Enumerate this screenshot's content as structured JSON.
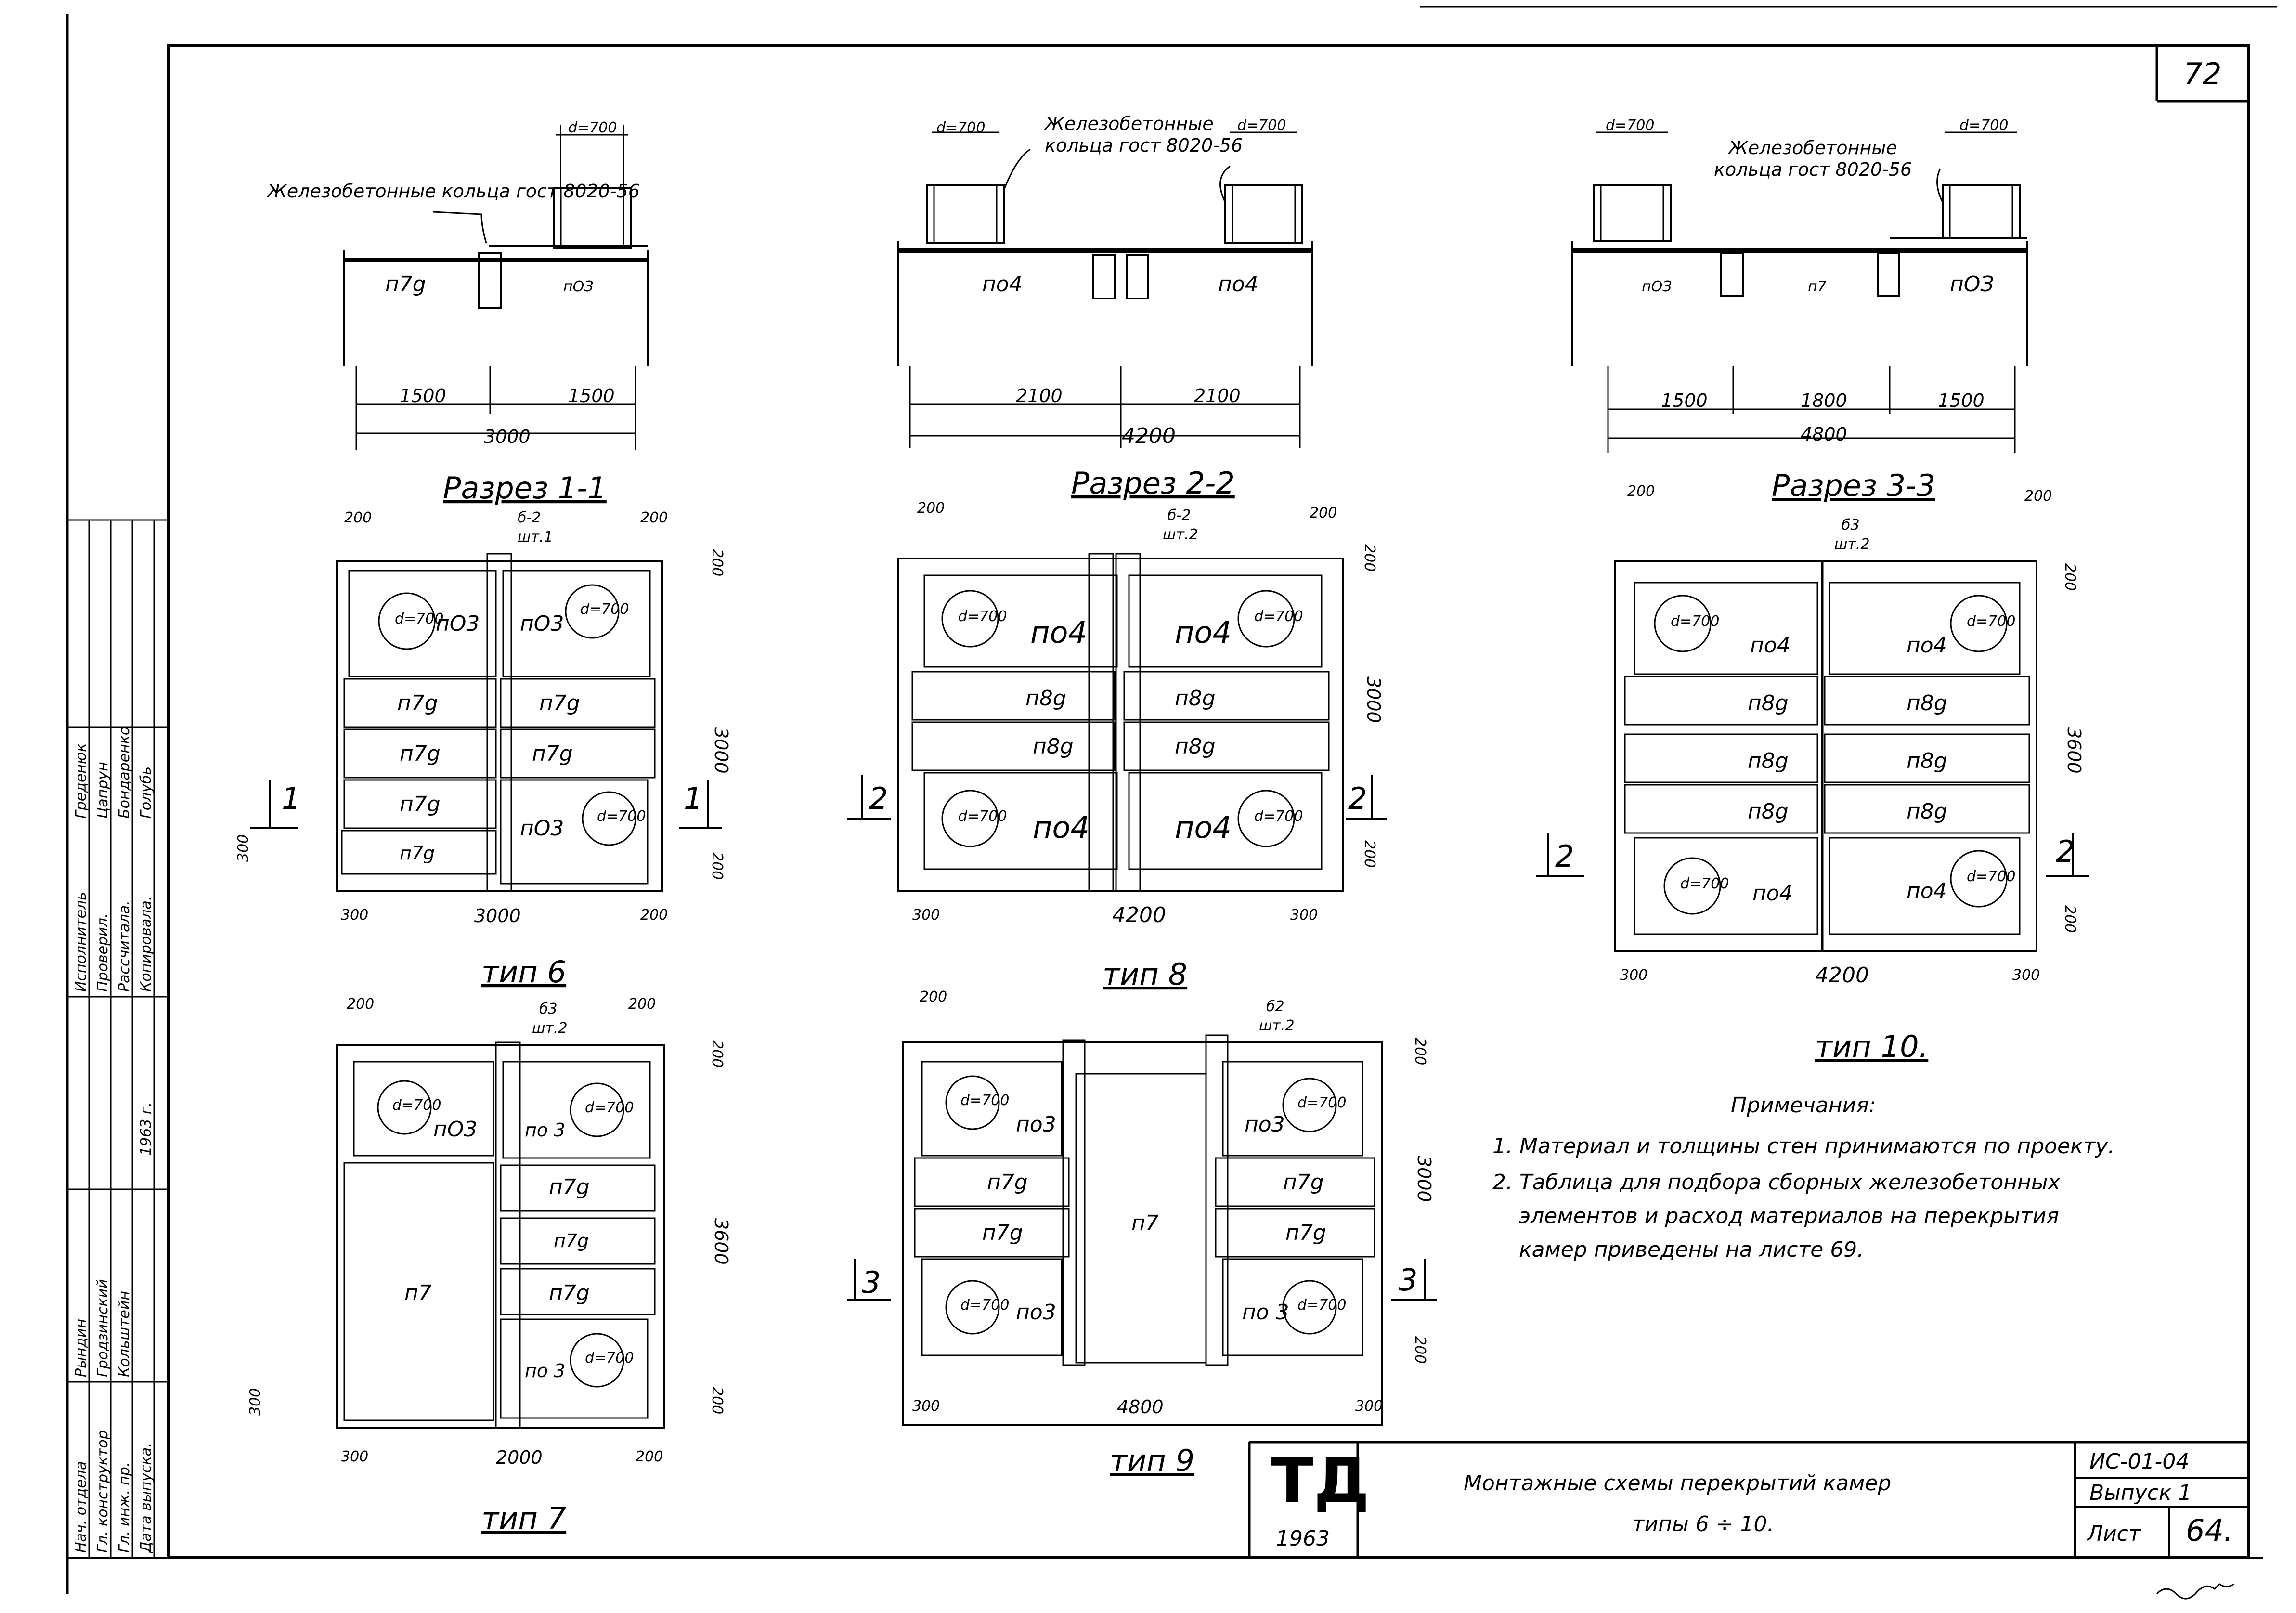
{
  "sheet": {
    "page_no": "72"
  },
  "sections": [
    {
      "title": "Разрез 1-1",
      "ring_label": "Железобетонные кольца гост 8020-56",
      "d": "d=700",
      "left_panel": "п7g",
      "right_panel": "пОЗ",
      "dims": [
        "1500",
        "1500"
      ],
      "total": "3000"
    },
    {
      "title": "Разрез 2-2",
      "ring_label_1": "Железобетонные",
      "ring_label_2": "кольца гост 8020-56",
      "d_left": "d=700",
      "d_right": "d=700",
      "left_panel": "по4",
      "right_panel": "по4",
      "dims": [
        "2100",
        "2100"
      ],
      "total": "4200"
    },
    {
      "title": "Разрез 3-3",
      "ring_label_1": "Железобетонные",
      "ring_label_2": "кольца гост 8020-56",
      "d_left": "d=700",
      "d_right": "d=700",
      "left_panel": "пОЗ",
      "mid_panel": "п7",
      "right_panel": "пОЗ",
      "dims": [
        "1500",
        "1800",
        "1500"
      ],
      "total": "4800"
    }
  ],
  "plans": [
    {
      "type": "тип 6",
      "beam": "б-2",
      "beam_qty": "шт.1",
      "top_l": "200",
      "top_r": "200",
      "right_top": "200",
      "side": "3000",
      "bot_l": "300",
      "bottom": "3000",
      "bot_r": "200",
      "left_bot": "300",
      "right_bot": "200",
      "cut": "1",
      "ring": "d=700",
      "panels": [
        "пО3",
        "пО3",
        "п7g",
        "п7g",
        "п7g",
        "п7g",
        "п7g",
        "пО3",
        "п7g"
      ]
    },
    {
      "type": "тип 8",
      "beam": "б-2",
      "beam_qty": "шт.2",
      "top_l": "200",
      "top_r": "200",
      "right_top": "200",
      "side": "3000",
      "bot_l": "300",
      "bottom": "4200",
      "bot_r": "300",
      "right_bot": "200",
      "cut": "2",
      "ring": "d=700",
      "panels": [
        "по4",
        "по4",
        "п8g",
        "п8g",
        "п8g",
        "п8g",
        "по4",
        "по4"
      ]
    },
    {
      "type": "тип 10.",
      "beam": "б3",
      "beam_qty": "шт.2",
      "top_l": "200",
      "top_r": "200",
      "right_top": "200",
      "side": "3600",
      "bot_l": "300",
      "bottom": "4200",
      "bot_r": "300",
      "right_bot": "200",
      "cut": "2",
      "ring": "d=700",
      "panels": [
        "по4",
        "по4",
        "п8g",
        "п8g",
        "п8g",
        "п8g",
        "п8g",
        "п8g",
        "по4",
        "по4"
      ]
    },
    {
      "type": "тип 7",
      "beam": "б3",
      "beam_qty": "шт.2",
      "top_l": "200",
      "top_r": "200",
      "right_top": "200",
      "side": "3600",
      "bot_l": "300",
      "bottom": "2000",
      "bot_r": "200",
      "left_bot": "300",
      "right_bot": "200",
      "ring": "d=700",
      "panels": [
        "пО3",
        "по 3",
        "п7g",
        "п7g",
        "п7g",
        "по 3",
        "п7"
      ]
    },
    {
      "type": "тип 9",
      "beam": "б2",
      "beam_qty": "шт.2",
      "top_l": "200",
      "right_top": "200",
      "side": "3000",
      "bot_l": "300",
      "bottom": "4800",
      "bot_r": "300",
      "right_bot": "200",
      "cut": "3",
      "ring": "d=700",
      "panels": [
        "по3",
        "по3",
        "п7g",
        "п7g",
        "п7g",
        "п7g",
        "по3",
        "по 3",
        "п7"
      ]
    }
  ],
  "notes": {
    "title": "Примечания:",
    "lines": [
      "1. Материал и толщины стен принимаются по проекту.",
      "2. Таблица для подбора сборных железобетонных",
      "элементов и расход материалов на перекрытия",
      "камер приведены на листе 69."
    ]
  },
  "stamp": {
    "rows": [
      "Исполнитель",
      "Проверил.",
      "Рассчитала.",
      "Копировала.",
      "Нач. отдела",
      "Гл. конструктор",
      "Гл. инж. пр.",
      "Дата выпуска."
    ],
    "names": [
      "Греденюк",
      "Цапрун",
      "Бондаренко",
      "Голубь",
      "Рындин",
      "Гродзинский",
      "Кольштейн",
      "1963 г."
    ]
  },
  "title_block": {
    "logo": "ТД",
    "year": "1963",
    "title_1": "Монтажные схемы перекрытий камер",
    "title_2": "типы 6 ÷ 10.",
    "code": "ИС-01-04",
    "issue": "Выпуск 1",
    "sheet_label": "Лист",
    "sheet_no": "64."
  }
}
